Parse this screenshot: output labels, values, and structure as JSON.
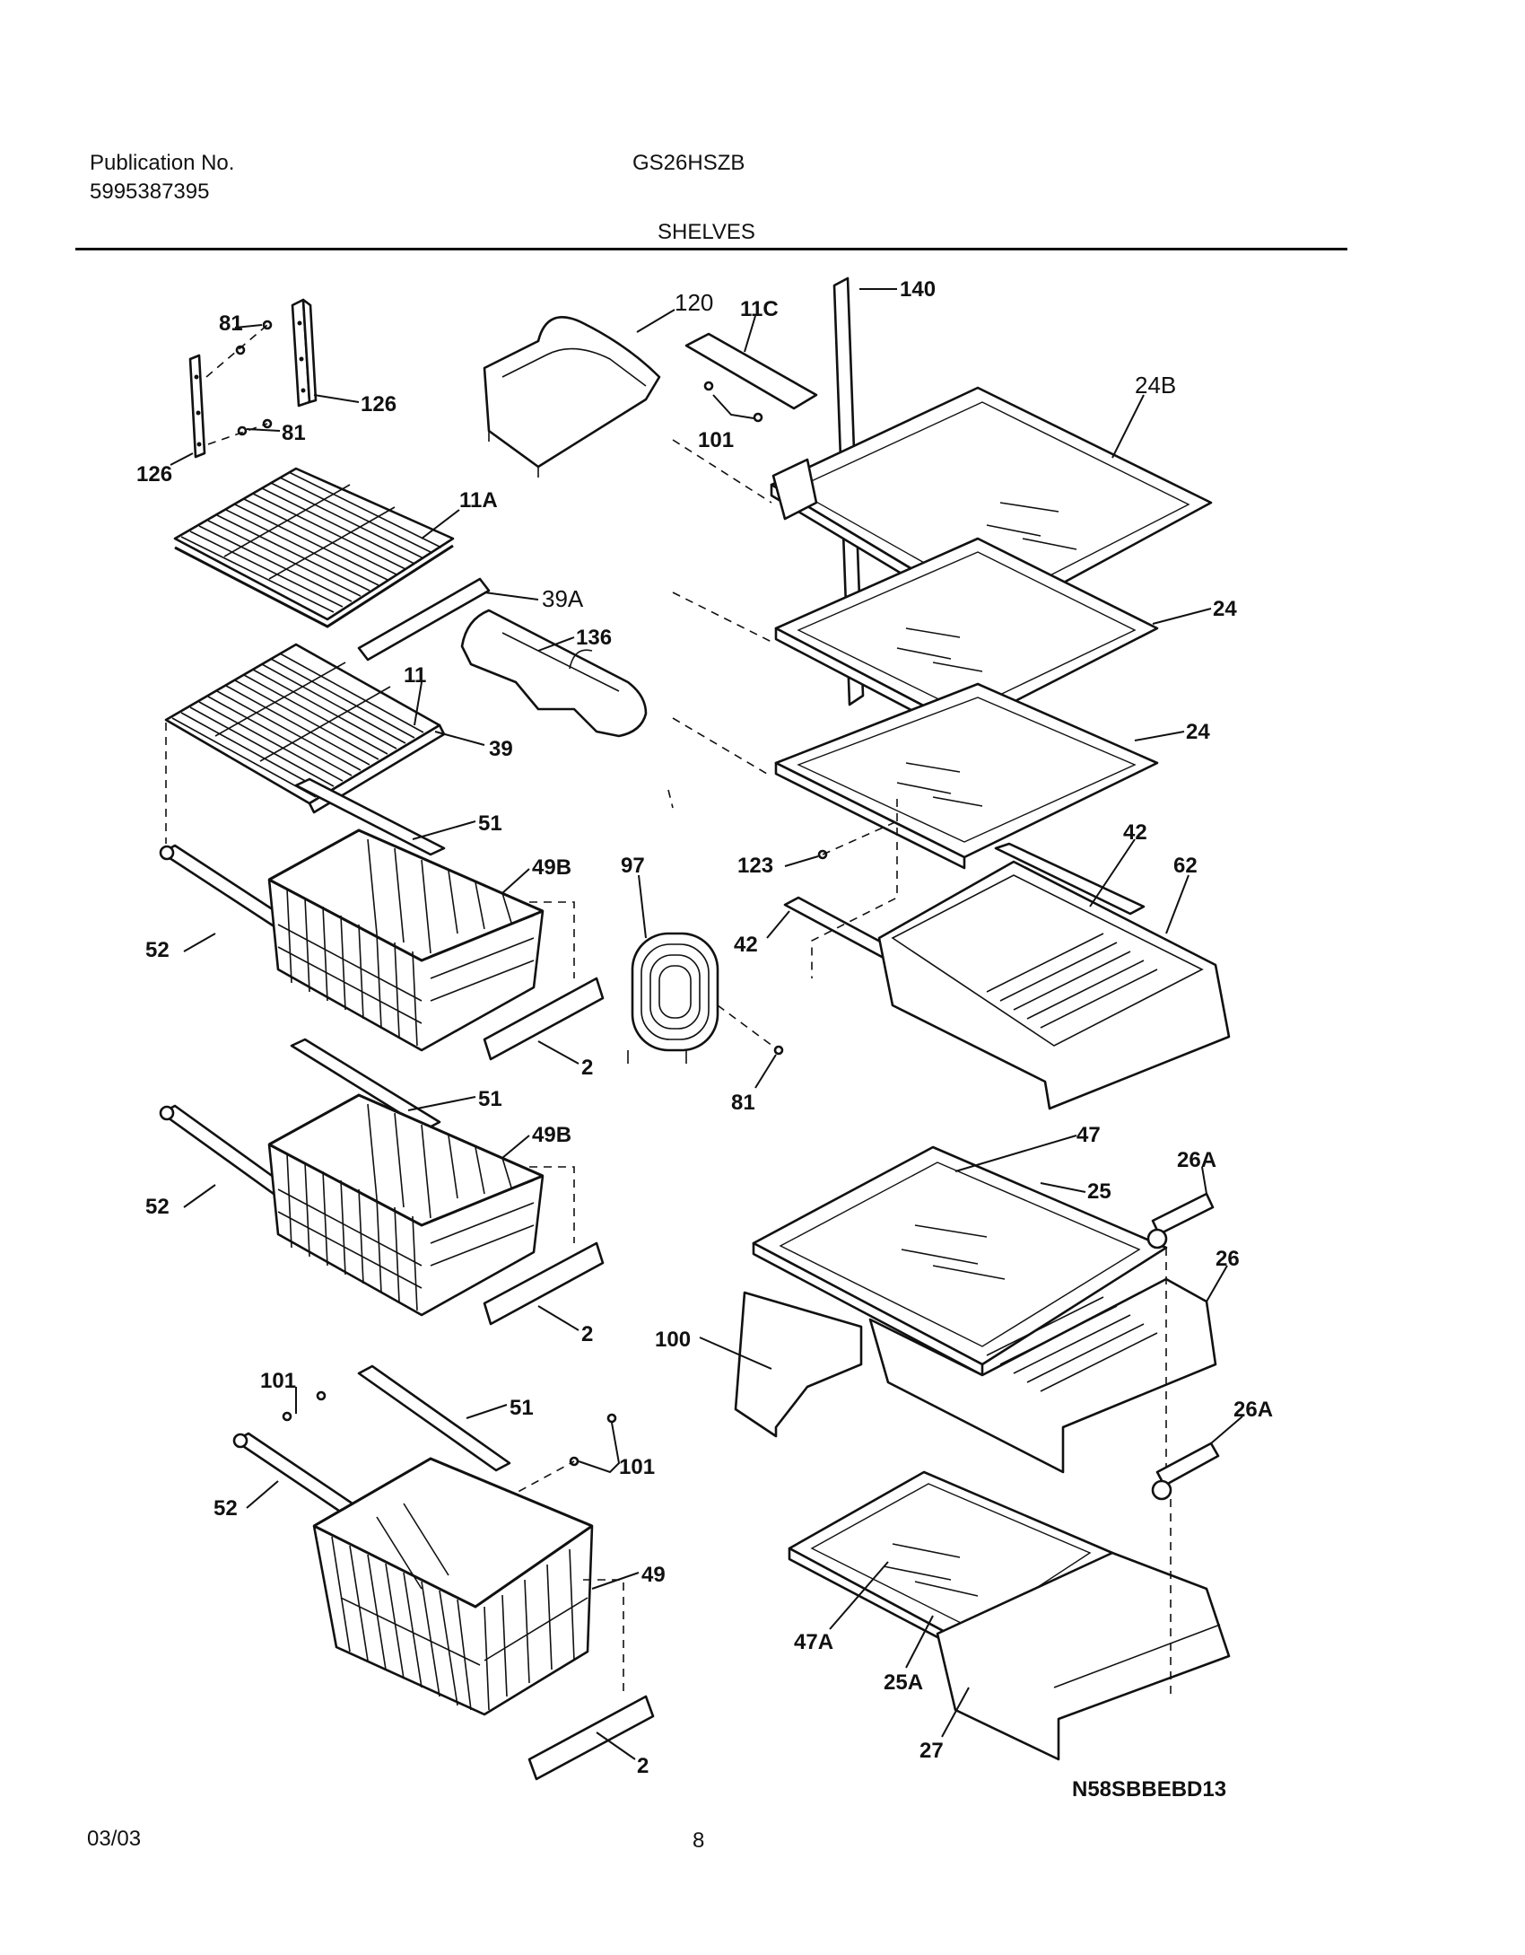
{
  "header": {
    "publication_label": "Publication No.",
    "publication_number": "5995387395",
    "model": "GS26HSZB",
    "section_title": "SHELVES"
  },
  "footer": {
    "date": "03/03",
    "page_number": "8",
    "diagram_code": "N58SBBEBD13"
  },
  "callouts": {
    "c81a": "81",
    "c81b": "81",
    "c126a": "126",
    "c126b": "126",
    "c120": "120",
    "c11c": "11C",
    "c140": "140",
    "c101a": "101",
    "c24b": "24B",
    "c11a": "11A",
    "c39a": "39A",
    "c136": "136",
    "c11": "11",
    "c39": "39",
    "c24a": "24",
    "c24b2": "24",
    "c51a": "51",
    "c49ba": "49B",
    "c97": "97",
    "c123": "123",
    "c42a": "42",
    "c62": "62",
    "c52a": "52",
    "c42b": "42",
    "c2a": "2",
    "c81c": "81",
    "c51b": "51",
    "c49bb": "49B",
    "c47": "47",
    "c25": "25",
    "c26a1": "26A",
    "c52b": "52",
    "c26": "26",
    "c2b": "2",
    "c100": "100",
    "c101b": "101",
    "c51c": "51",
    "c101c": "101",
    "c26a2": "26A",
    "c52c": "52",
    "c49": "49",
    "c47a": "47A",
    "c25a": "25A",
    "c2c": "2",
    "c27": "27"
  }
}
